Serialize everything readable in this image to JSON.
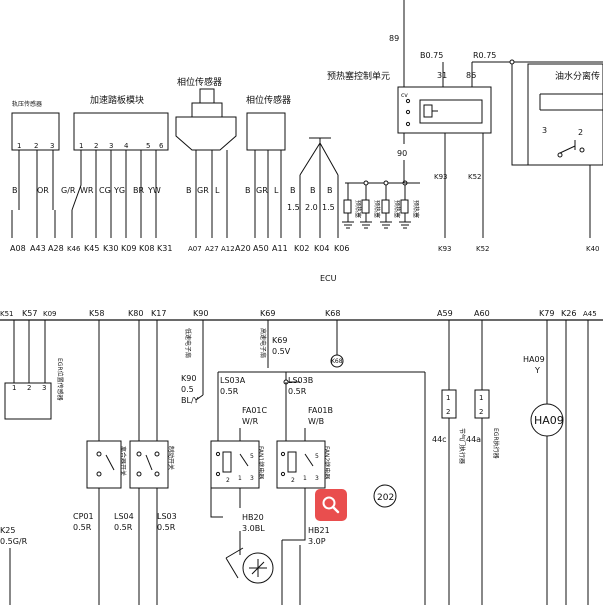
{
  "top": {
    "wire_89": "89",
    "b075": "B0.75",
    "r075": "R0.75",
    "preheat_title": "预热塞控制单元",
    "pin_31": "31",
    "pin_86": "86",
    "pin_90": "90",
    "k93_label": "K93",
    "k52_label": "K52",
    "oil_water_title": "油水分离传",
    "ow_pin3": "3",
    "ow_pin2": "2",
    "fuel_pressure_title": "轨压传感器",
    "pedal_title": "加速踏板模块",
    "phase1_title": "相位传感器",
    "phase2_title": "相位传感器",
    "fp_pins": [
      "1",
      "2",
      "3"
    ],
    "pedal_pins": [
      "1",
      "2",
      "3",
      "4",
      "5",
      "6"
    ],
    "wire_colors_left": [
      "B",
      "OR",
      "G/R",
      "WR",
      "CG",
      "YG",
      "BR",
      "YW"
    ],
    "wire_colors_mid": [
      "B",
      "GR",
      "L",
      "B",
      "GR",
      "L"
    ],
    "wire_colors_right": [
      "B",
      "B",
      "B"
    ],
    "wire_sizes_right": [
      "1.5",
      "2.0",
      "1.5"
    ],
    "glow_plugs": [
      "预热塞",
      "预热塞",
      "预热塞",
      "预热塞"
    ],
    "ecu_pins": [
      "A08",
      "A43",
      "A28",
      "K46",
      "K45",
      "K30",
      "K09",
      "K08",
      "K31",
      "A07",
      "A27",
      "A12",
      "A20",
      "A50",
      "A11",
      "K02",
      "K04",
      "K06",
      "K93",
      "K52",
      "K40"
    ],
    "ecu_label": "ECU"
  },
  "bottom": {
    "pins": [
      "K51",
      "K57",
      "K09",
      "K58",
      "K80",
      "K17",
      "K90",
      "K69",
      "K68",
      "A59",
      "A60",
      "K79",
      "K26",
      "A45"
    ],
    "egr_sensor": "EGR位置传感器",
    "egr_pins": [
      "1",
      "2",
      "3"
    ],
    "clutch_switch": "离合器开关",
    "brake_switch": "制动开关",
    "low_fan": "低速电子扇",
    "high_fan": "高速电子扇",
    "k90_text": [
      "K90",
      "0.5",
      "BL/Y"
    ],
    "k69_text": [
      "K69",
      "0.5V"
    ],
    "ls03a": [
      "LS03A",
      "0.5R"
    ],
    "ls03b": [
      "LS03B",
      "0.5R"
    ],
    "fa01c": [
      "FA01C",
      "W/R"
    ],
    "fa01b": [
      "FA01B",
      "W/B"
    ],
    "fan1_relay": "FAN1继电器",
    "fan2_relay": "FAN2继电器",
    "relay_pins": [
      "5",
      "3",
      "1",
      "2",
      "5",
      "3",
      "1",
      "2"
    ],
    "cp01": [
      "CP01",
      "0.5R"
    ],
    "ls04": [
      "LS04",
      "0.5R"
    ],
    "ls03": [
      "LS03",
      "0.5R"
    ],
    "hb20": [
      "HB20",
      "3.0BL"
    ],
    "hb21": [
      "HB21",
      "3.0P"
    ],
    "node_202": "202",
    "node_k68": "K68",
    "valve_44c": "44c",
    "valve_44a": "44a",
    "throttle_valve": "节气门执行器",
    "egr_actuator": "EGR执行器",
    "ha09": [
      "HA09",
      "Y"
    ],
    "ha09_circle": "HA09",
    "k25": [
      "K25",
      "0.5G/R"
    ],
    "box_pins": [
      "1",
      "2",
      "1",
      "2"
    ]
  }
}
